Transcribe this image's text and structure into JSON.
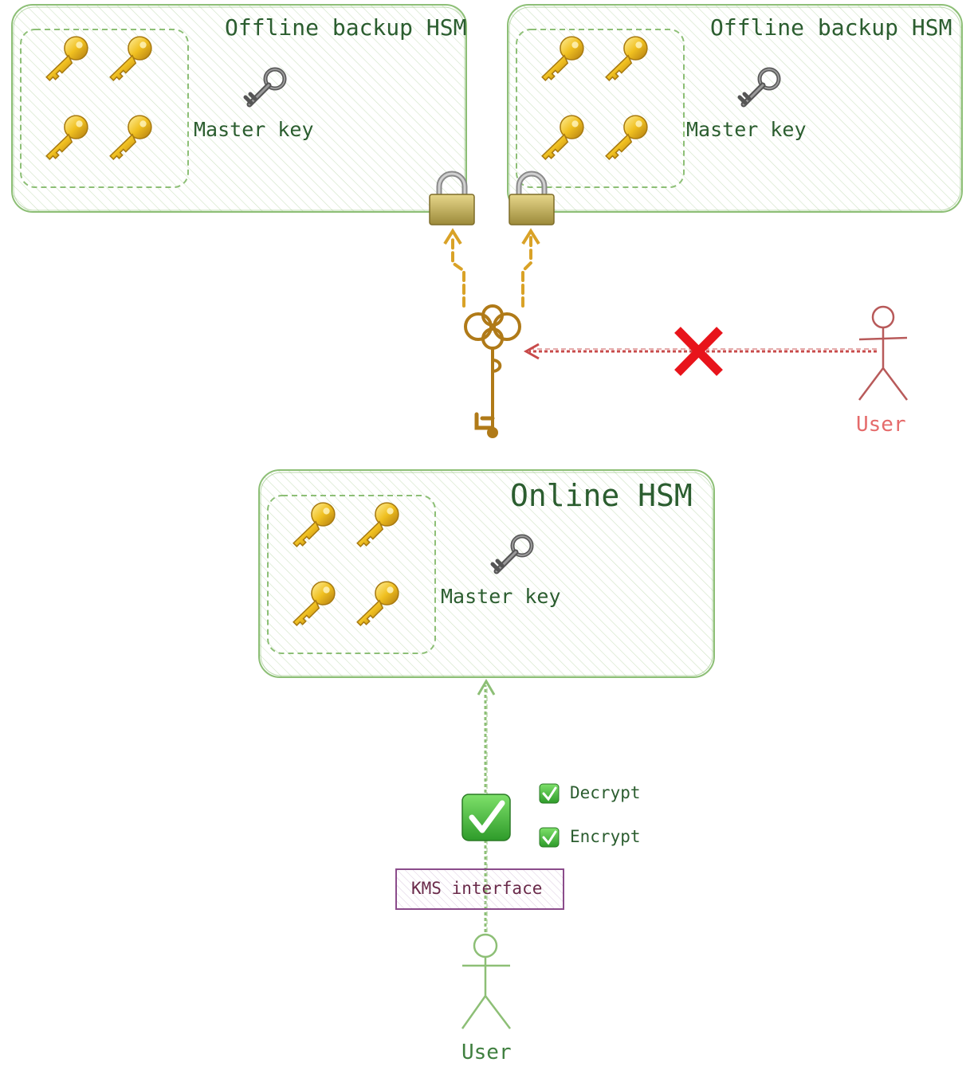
{
  "offline_left": {
    "title": "Offline backup HSM",
    "master_key_label": "Master key"
  },
  "offline_right": {
    "title": "Offline backup HSM",
    "master_key_label": "Master key"
  },
  "online": {
    "title": "Online HSM",
    "master_key_label": "Master key"
  },
  "blocked_user": {
    "label": "User",
    "status": "denied"
  },
  "allowed_user": {
    "label": "User"
  },
  "kms": {
    "label": "KMS interface"
  },
  "operations": [
    {
      "label": "Decrypt",
      "allowed": true
    },
    {
      "label": "Encrypt",
      "allowed": true
    }
  ],
  "colors": {
    "container_stroke": "#8dbf76",
    "container_hatch": "#cfe3c4",
    "title_text": "#2b5d2f",
    "gold": "#d9a227",
    "denied_red": "#c84a4a",
    "cross_red": "#e8141b",
    "allowed_green": "#8dbf76",
    "check_green": "#3cb043",
    "kms_stroke": "#8b4c8b"
  },
  "icons": {
    "data_key": "gold-key-icon",
    "master_key": "skeleton-key-icon",
    "lock": "padlock-icon",
    "root_key": "ornate-key-icon",
    "denied": "cross-mark-icon",
    "allowed": "check-mark-icon",
    "user": "stick-figure-icon"
  }
}
